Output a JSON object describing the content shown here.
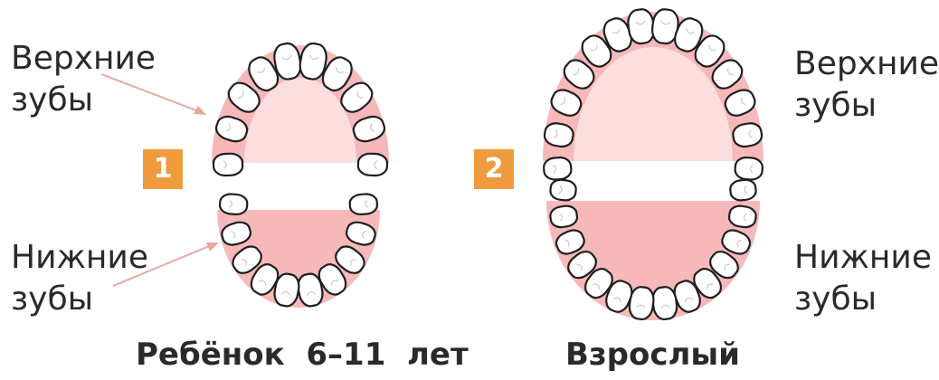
{
  "child": {
    "upper_label": [
      "Верхние",
      "зубы"
    ],
    "lower_label": [
      "Нижние",
      "зубы"
    ],
    "badge": "1",
    "caption": "Ребёнок  6–11  лет"
  },
  "adult": {
    "upper_label": [
      "Верхние",
      "зубы"
    ],
    "lower_label": [
      "Нижние",
      "зубы"
    ],
    "badge": "2",
    "caption": "Взрослый"
  },
  "colors": {
    "badge": "#ef9a3d",
    "gum": "#f6b8b8",
    "gum_inner": "#fcdede",
    "arrow": "#e8a7a0"
  }
}
